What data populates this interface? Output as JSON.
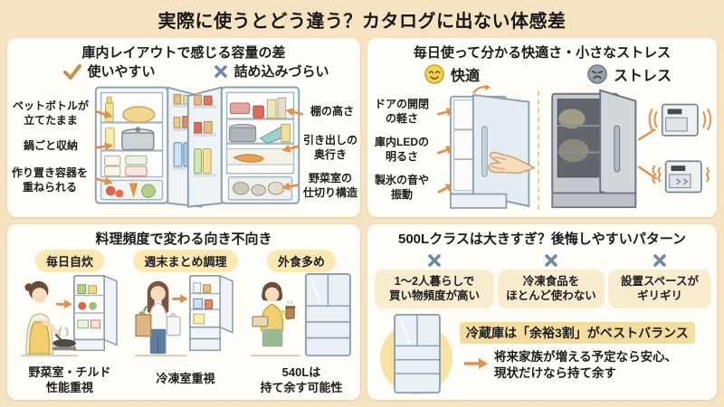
{
  "header": {
    "title": "実際に使うとどう違う？カタログに出ない体感差"
  },
  "colors": {
    "background": "#f6e3c1",
    "panel": "#fffdf8",
    "arrow_orange": "#e0914e",
    "check_tan": "#c49057",
    "cross_blue": "#7088a5",
    "badge_yellow": "#fce8b2",
    "box_cream": "#faeccf",
    "highlight_yellow": "#f5dd9e",
    "smile_yellow": "#f7d44e",
    "frown_gray": "#9aa3ab"
  },
  "icons": {
    "check": "check-icon",
    "cross": "cross-icon",
    "smile": "smile-face-icon",
    "frown": "frown-face-icon",
    "arrow": "arrow-right-icon"
  },
  "panel_capacity": {
    "title": "庫内レイアウトで感じる容量の差",
    "good_label": "使いやすい",
    "bad_label": "詰め込みづらい",
    "good_points": [
      "ペットボトルが\n立てたまま",
      "鍋ごと収納",
      "作り置き容器を\n重ねられる"
    ],
    "bad_points": [
      "棚の高さ",
      "引き出しの\n奥行き",
      "野菜室の\n仕切り構造"
    ]
  },
  "panel_comfort": {
    "title": "毎日使って分かる快適さ・小さなストレス",
    "comfort_label": "快適",
    "stress_label": "ストレス",
    "comfort_points": [
      "ドアの開閉\nの軽さ",
      "庫内LEDの\n明るさ",
      "製氷の音や\n振動"
    ]
  },
  "panel_cooking": {
    "title": "料理頻度で変わる向き不向き",
    "columns": [
      {
        "badge": "毎日自炊",
        "caption": "野菜室・チルド\n性能重視"
      },
      {
        "badge": "週末まとめ調理",
        "caption": "冷凍室重視"
      },
      {
        "badge": "外食多め",
        "caption": "540Lは\n持て余す可能性"
      }
    ]
  },
  "panel_size": {
    "title": "500Lクラスは大きすぎ？後悔しやすいパターン",
    "warning_boxes": [
      "1〜2人暮らしで\n買い物頻度が高い",
      "冷凍食品を\nほとんど使わない",
      "設置スペースが\nギリギリ"
    ],
    "headline": "冷蔵庫は「余裕3割」がベストバランス",
    "detail": "将来家族が増える予定なら安心、\n現状だけなら持て余す"
  }
}
